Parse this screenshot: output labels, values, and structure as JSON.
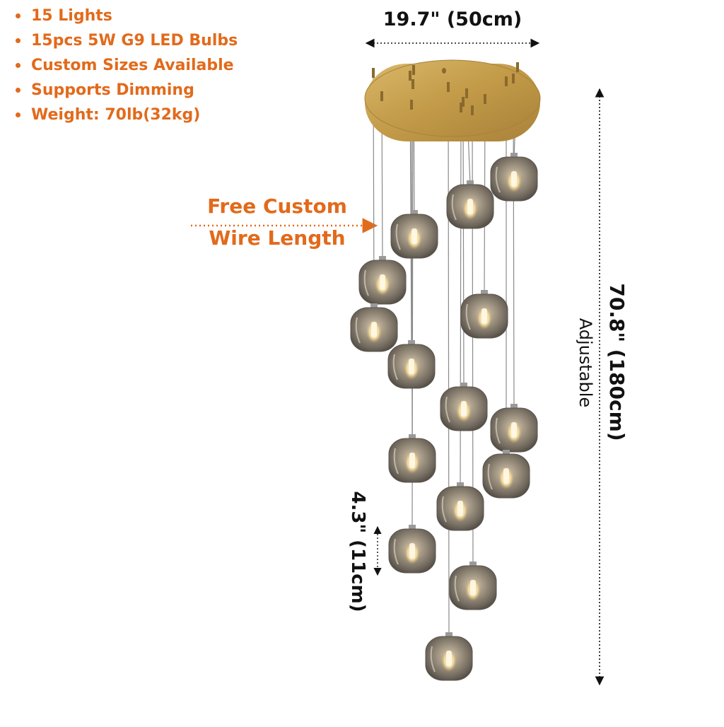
{
  "features": [
    "15 Lights",
    "15pcs 5W G9 LED Bulbs",
    "Custom Sizes Available",
    "Supports Dimming",
    "Weight: 70lb(32kg)"
  ],
  "dimensions": {
    "width": "19.7\" (50cm)",
    "height": "70.8\" (180cm)",
    "height_note": "Adjustable",
    "shade": "4.3\" (11cm)"
  },
  "callout": {
    "line1": "Free Custom",
    "line2": "Wire Length"
  },
  "product": {
    "pendant_count": 15
  },
  "colors": {
    "accent": "#e26a1b",
    "text": "#111111",
    "brass": "#c9a24e",
    "glass": "#8c8478"
  }
}
